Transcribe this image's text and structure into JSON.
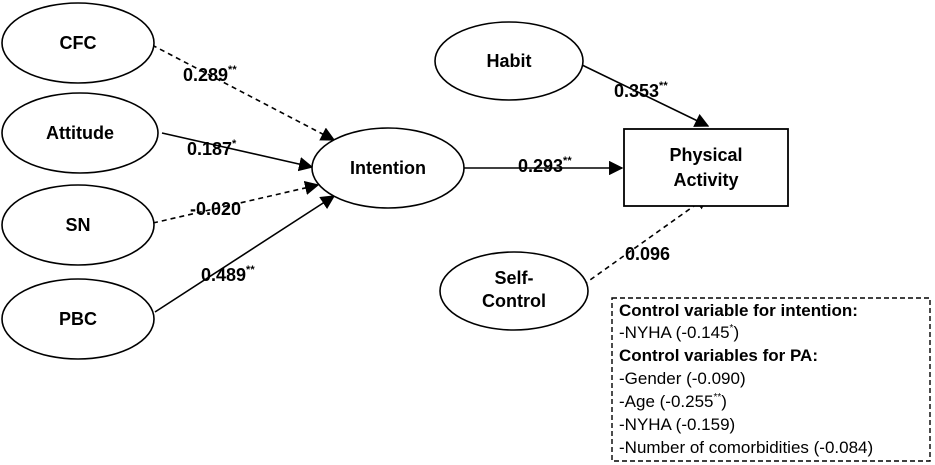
{
  "nodes": {
    "cfc": "CFC",
    "attitude": "Attitude",
    "sn": "SN",
    "pbc": "PBC",
    "intention": "Intention",
    "habit": "Habit",
    "self_control_line1": "Self-",
    "self_control_line2": "Control",
    "physical_activity_line1": "Physical",
    "physical_activity_line2": "Activity"
  },
  "paths": {
    "cfc_intention": {
      "value": "0.289",
      "stars": "**",
      "style": "dashed"
    },
    "attitude_intention": {
      "value": "0.187",
      "stars": "*",
      "style": "solid"
    },
    "sn_intention": {
      "value": "-0.020",
      "stars": "",
      "style": "dashed"
    },
    "pbc_intention": {
      "value": "0.489",
      "stars": "**",
      "style": "solid"
    },
    "intention_pa": {
      "value": "0.293",
      "stars": "**",
      "style": "solid"
    },
    "habit_pa": {
      "value": "0.353",
      "stars": "**",
      "style": "solid"
    },
    "selfcontrol_pa": {
      "value": "0.096",
      "stars": "",
      "style": "dashed"
    }
  },
  "controls": {
    "intention_heading": "Control variable for intention:",
    "intention_items": [
      {
        "text": "-NYHA (-0.145",
        "stars": "*",
        "close": ")"
      }
    ],
    "pa_heading": "Control variables for PA:",
    "pa_items": [
      {
        "text": "-Gender (-0.090)",
        "stars": "",
        "close": ""
      },
      {
        "text": "-Age (-0.255",
        "stars": "**",
        "close": ")"
      },
      {
        "text": "-NYHA (-0.159)",
        "stars": "",
        "close": ""
      },
      {
        "text": "-Number of comorbidities (-0.084)",
        "stars": "",
        "close": ""
      }
    ]
  }
}
